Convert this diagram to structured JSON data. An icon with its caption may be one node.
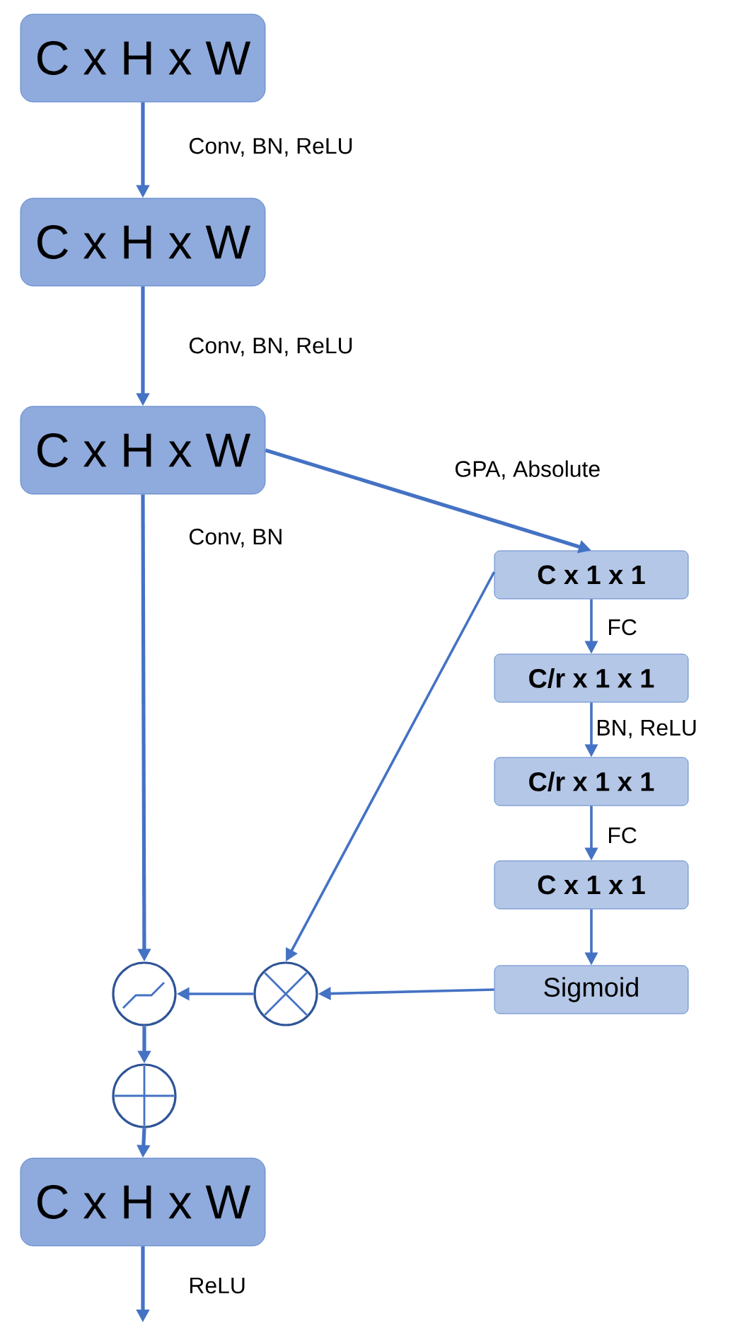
{
  "diagram": {
    "nodes": [
      {
        "text": [
          "C x H x W"
        ]
      },
      {
        "text": [
          "C x H x W"
        ]
      },
      {
        "text": [
          "C x H x W"
        ]
      },
      {
        "text": [
          "C x 1 x 1"
        ]
      },
      {
        "text": [
          "C/r x 1 x 1"
        ]
      },
      {
        "text": [
          "C/r x 1 x 1"
        ]
      },
      {
        "text": [
          "C x 1 x 1"
        ]
      },
      {
        "text": [
          "Sigmoid"
        ]
      },
      {
        "text": [],
        "shape": "circle"
      },
      {
        "text": [],
        "shape": "circle"
      },
      {
        "text": [],
        "shape": "circle"
      },
      {
        "text": [
          "C x H x W"
        ]
      }
    ],
    "edges": [
      {
        "from": 0,
        "to": 1,
        "arrow": "to",
        "label": "Conv, BN, ReLU"
      },
      {
        "from": 1,
        "to": 2,
        "arrow": "to",
        "label": "Conv, BN, ReLU"
      },
      {
        "from": 2,
        "to": 3,
        "arrow": "to",
        "label": "GPA, Absolute"
      },
      {
        "from": 2,
        "to": 8,
        "arrow": "to",
        "label": "Conv, BN"
      },
      {
        "from": 3,
        "to": 4,
        "arrow": "to",
        "label": "FC"
      },
      {
        "from": 4,
        "to": 5,
        "arrow": "to",
        "label": "BN, ReLU"
      },
      {
        "from": 5,
        "to": 6,
        "arrow": "to",
        "label": "FC"
      },
      {
        "from": 6,
        "to": 7,
        "arrow": "to"
      },
      {
        "from": 7,
        "to": 9,
        "arrow": "to"
      },
      {
        "from": 3,
        "to": 9,
        "arrow": "to"
      },
      {
        "from": 9,
        "to": 8,
        "arrow": "to"
      },
      {
        "from": 8,
        "to": 10,
        "arrow": "to"
      },
      {
        "from": 10,
        "to": 11,
        "arrow": "to"
      },
      {
        "from": 11,
        "to": null,
        "arrow": "to",
        "label": "ReLU"
      }
    ]
  }
}
